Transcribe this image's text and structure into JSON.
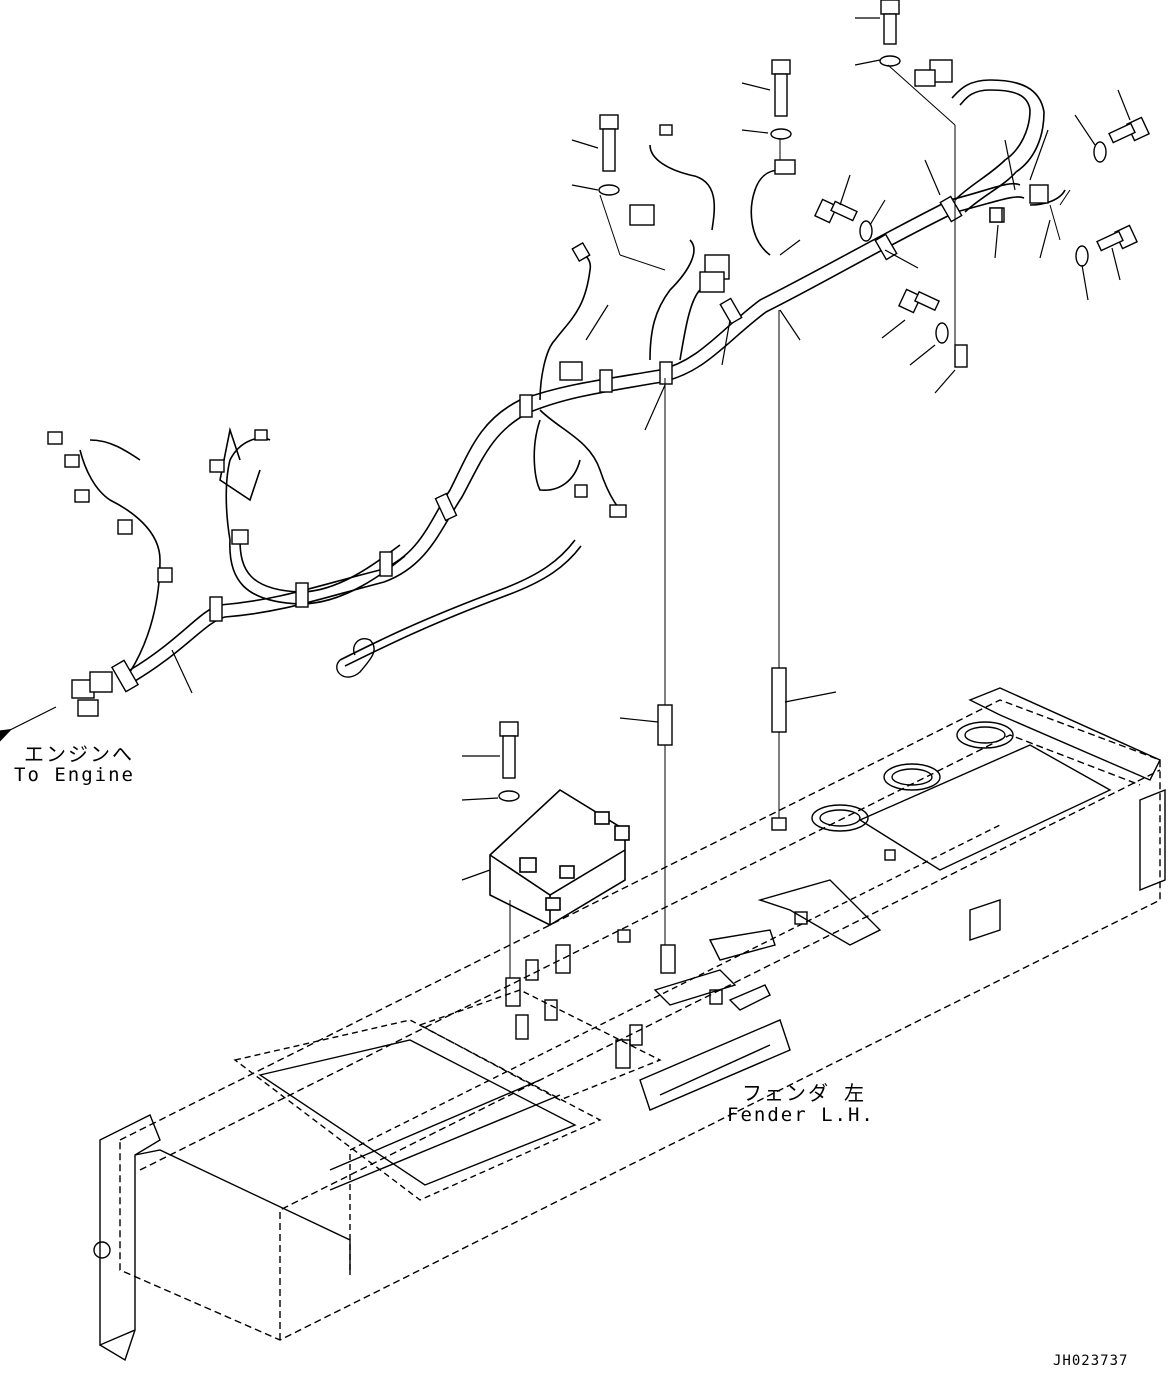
{
  "labels": {
    "engine_jp": "エンジンへ",
    "engine_en": "To Engine",
    "fender_jp": "フェンダ 左",
    "fender_en": "Fender L.H.",
    "drawing_code": "JH023737"
  }
}
